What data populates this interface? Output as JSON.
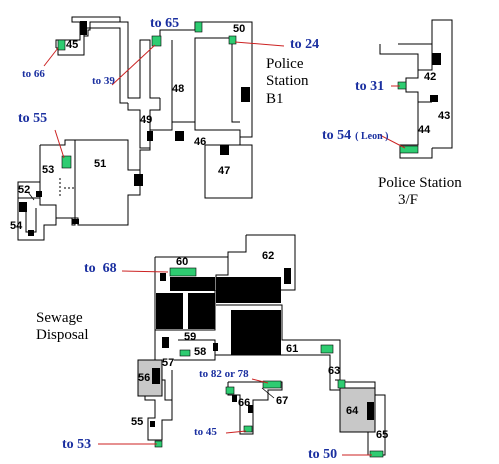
{
  "colors": {
    "wall": "#000000",
    "floor": "#ffffff",
    "door": "#000000",
    "save_marker": "#2ecc71",
    "connector": "#cc2222",
    "link_text": "#1a2fa0",
    "gray_room": "#c8c8c8"
  },
  "areas": {
    "police_b1": {
      "line1": "Police",
      "line2": "Station",
      "line3": "B1"
    },
    "police_3f": {
      "line1": "Police Station",
      "line2": "3/F"
    },
    "sewage": {
      "line1": "Sewage",
      "line2": "Disposal"
    }
  },
  "rooms": {
    "r42": "42",
    "r43": "43",
    "r44": "44",
    "r45": "45",
    "r46": "46",
    "r47": "47",
    "r48": "48",
    "r49": "49",
    "r50": "50",
    "r51": "51",
    "r52": "52",
    "r53": "53",
    "r54": "54",
    "r55": "55",
    "r56": "56",
    "r57": "57",
    "r58": "58",
    "r59": "59",
    "r60": "60",
    "r61": "61",
    "r62": "62",
    "r63": "63",
    "r64": "64",
    "r65": "65",
    "r66": "66",
    "r67": "67"
  },
  "links": {
    "to65": "to 65",
    "to24": "to 24",
    "to66": "to 66",
    "to39": "to 39",
    "to55": "to 55",
    "to31": "to 31",
    "to54": "to 54",
    "leon": "( Leon )",
    "to68": "to  68",
    "to82": "to 82 or 78",
    "to45": "to 45",
    "to53": "to 53",
    "to50": "to 50"
  }
}
